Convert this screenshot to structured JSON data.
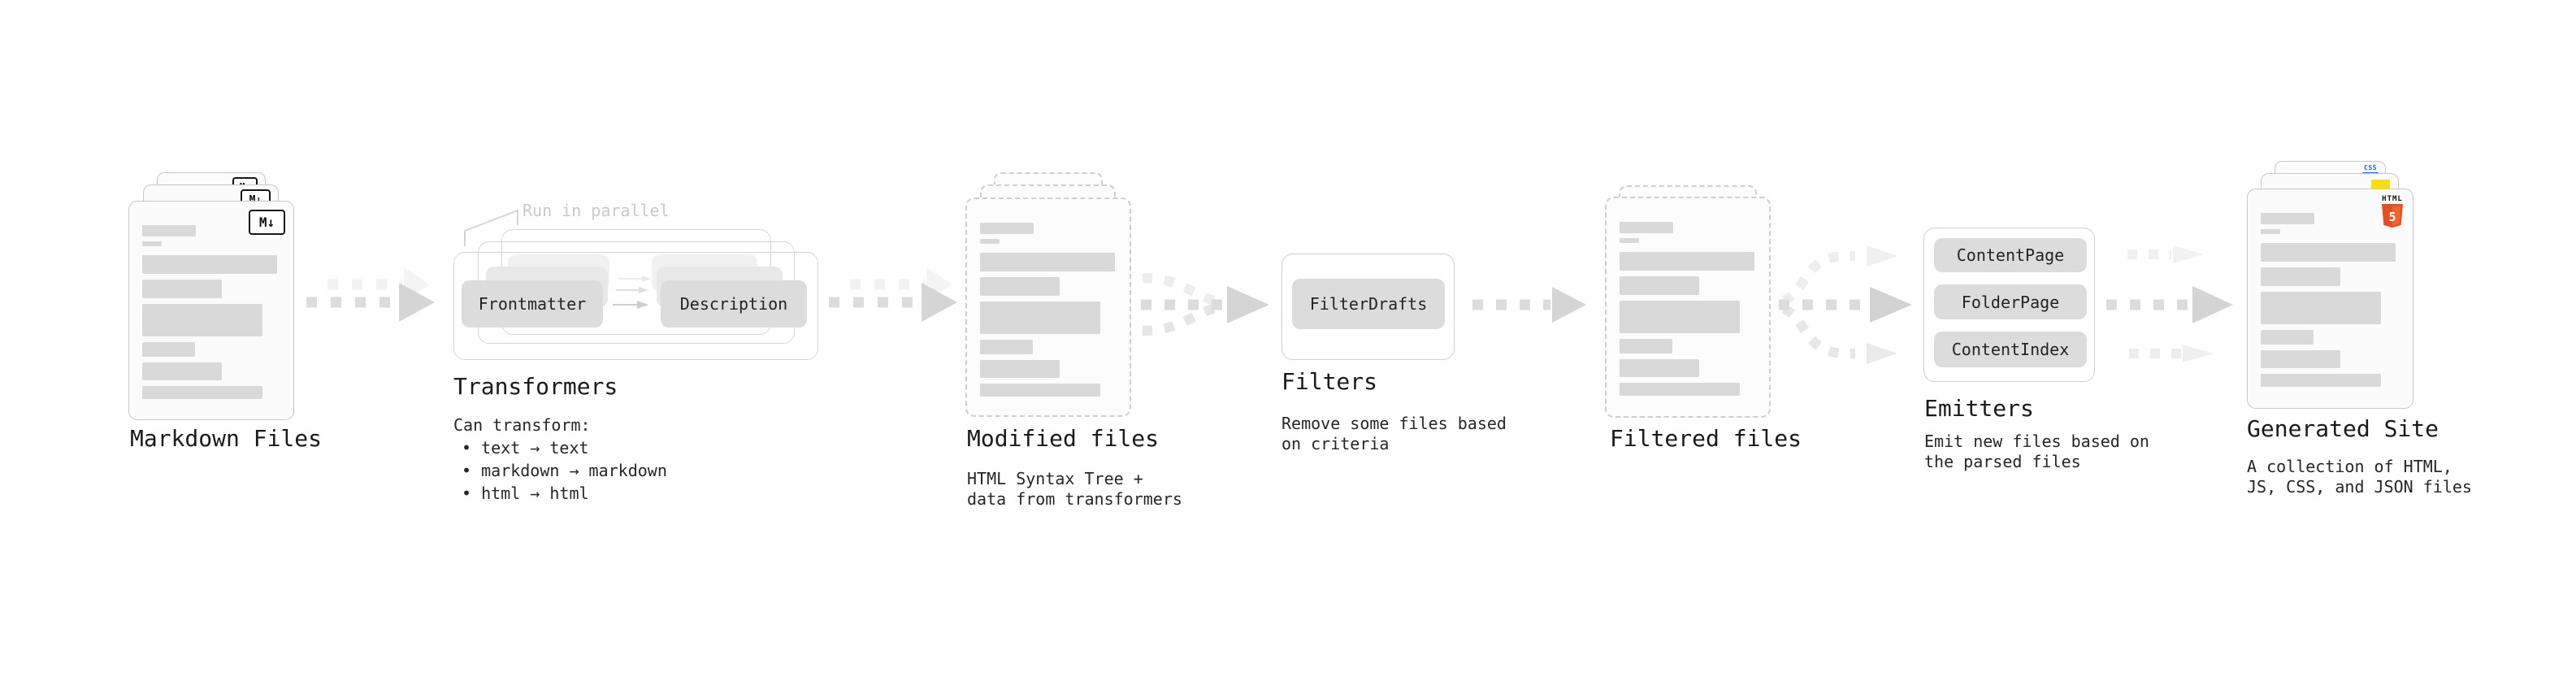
{
  "stages": {
    "markdown": {
      "title": "Markdown Files",
      "badge": "M↓"
    },
    "transformers": {
      "title": "Transformers",
      "annotation": "Run in parallel",
      "pills": [
        "Frontmatter",
        "Description"
      ],
      "desc": [
        "Can transform:",
        "• text → text",
        "• markdown → markdown",
        "• html → html"
      ]
    },
    "modified": {
      "title": "Modified files",
      "desc": [
        "HTML Syntax Tree +",
        "data from transformers"
      ]
    },
    "filters": {
      "title": "Filters",
      "pills": [
        "FilterDrafts"
      ],
      "desc": [
        "Remove some files based",
        "on criteria"
      ]
    },
    "filtered": {
      "title": "Filtered files"
    },
    "emitters": {
      "title": "Emitters",
      "pills": [
        "ContentPage",
        "FolderPage",
        "ContentIndex"
      ],
      "desc": [
        "Emit new files based on",
        "the parsed files"
      ]
    },
    "generated": {
      "title": "Generated Site",
      "desc": [
        "A collection of HTML,",
        "JS, CSS, and JSON files"
      ],
      "badges": {
        "html_top": "HTML",
        "html_number": "5",
        "css": "CSS"
      }
    }
  },
  "colors": {
    "html5_orange": "#e44d26",
    "html5_orange_light": "#f16529",
    "js_yellow": "#ffdd00",
    "css_blue": "#1565c7",
    "css_bar_blue": "#2563eb",
    "card_bar_gray": "#d9d9d9",
    "arrow_gray": "#dcdcdc"
  }
}
